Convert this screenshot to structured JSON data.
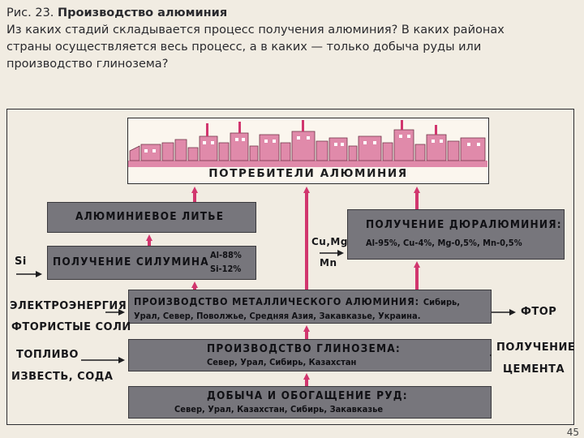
{
  "caption": {
    "fig_no": "Рис. 23.",
    "fig_title": "Производство алюминия",
    "question_1": "Из каких стадий складывается процесс получения алюминия? В каких районах",
    "question_2": "страны осуществляется весь процесс, а в каких — только добыча руды или",
    "question_3": "производство глинозема?"
  },
  "consumers": {
    "label": "ПОТРЕБИТЕЛИ АЛЮМИНИЯ"
  },
  "boxes": {
    "casting": "АЛЮМИНИЕВОЕ ЛИТЬЕ",
    "silumin": "ПОЛУЧЕНИЕ СИЛУМИНА",
    "silumin_al": "Al-88%",
    "silumin_si": "Si-12%",
    "duralumin": "ПОЛУЧЕНИЕ ДЮРАЛЮМИНИЯ:",
    "duralumin_composition": "Al-95%, Cu-4%, Mg-0,5%, Mn-0,5%",
    "metal": "ПРОИЗВОДСТВО МЕТАЛЛИЧЕСКОГО АЛЮМИНИЯ:",
    "metal_regions_a": "Сибирь,",
    "metal_regions_b": "Урал, Север, Поволжье, Средняя Азия, Закавказье, Украина.",
    "alumina": "ПРОИЗВОДСТВО ГЛИНОЗЕМА:",
    "alumina_regions": "Север, Урал, Сибирь, Казахстан",
    "ore": "ДОБЫЧА И ОБОГАЩЕНИЕ РУД:",
    "ore_regions": "Север, Урал, Казахстан, Сибирь, Закавказье"
  },
  "inputs": {
    "si": "Si",
    "cu_mg": "Cu,Mg",
    "mn": "Mn",
    "electricity": "ЭЛЕКТРОЭНЕРГИЯ",
    "fluorides": "ФТОРИСТЫЕ СОЛИ",
    "fuel": "ТОПЛИВО",
    "lime_soda": "ИЗВЕСТЬ, СОДА"
  },
  "outputs": {
    "fluorine": "ФТОР",
    "cement_1": "ПОЛУЧЕНИЕ",
    "cement_2": "ЦЕМЕНТА"
  },
  "page_number": "45",
  "colors": {
    "arrow": "#d1366e",
    "box": "#77767c",
    "factory": "#e08aaa",
    "background": "#f1ece2"
  }
}
